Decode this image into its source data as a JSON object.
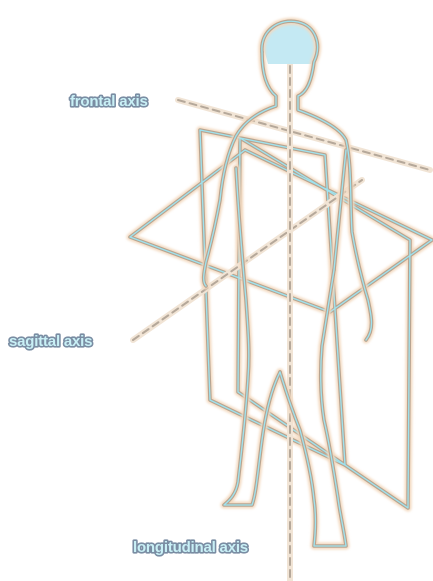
{
  "diagram": {
    "labels": {
      "frontal_axis": "frontal axis",
      "sagittal_axis": "sagittal axis",
      "longitudinal_axis": "longitudinal axis"
    },
    "colors": {
      "background": "#ffffff",
      "glow_outer": "#f3d9bf",
      "glow_mid": "#b8a491",
      "line_core": "#9ee3ef",
      "head_fill": "#c4e9f3",
      "axis_dash": "#b5a89a"
    },
    "icons": {
      "figure": "human-body-outline-icon",
      "planes": "anatomical-planes-icon"
    }
  }
}
